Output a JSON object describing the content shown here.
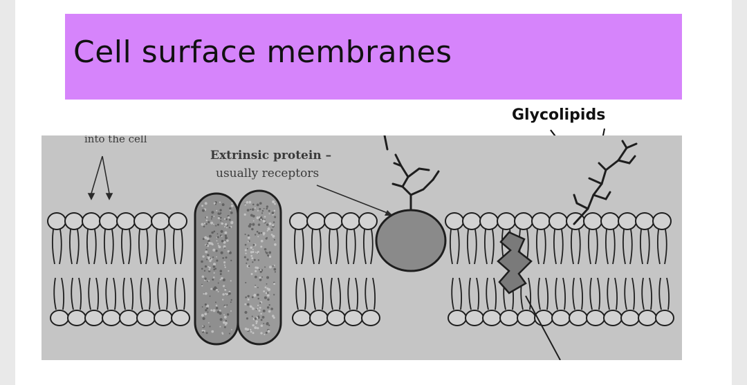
{
  "slide": {
    "title": "Cell surface membranes",
    "glycolipids_label": "Glycolipids"
  },
  "diagram": {
    "top_partial_label": "into the cell",
    "extrinsic_label_line1": "Extrinsic protein –",
    "extrinsic_label_line2": "usually receptors"
  },
  "colors": {
    "title_bar": "#d684fb",
    "photo_paper": "#c9c9c9",
    "ink": "#2a2a2a"
  }
}
